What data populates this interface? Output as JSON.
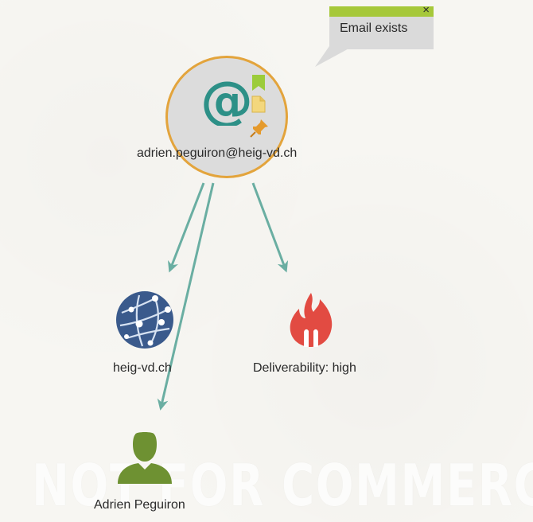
{
  "graph": {
    "root": {
      "label": "adrien.peguiron@heig-vd.ch",
      "icon": "email-at-icon",
      "badges": [
        "bookmark-icon",
        "note-icon",
        "pin-icon"
      ],
      "border_color": "#e3a43c"
    },
    "children": [
      {
        "id": "domain",
        "label": "heig-vd.ch",
        "icon": "globe-network-icon"
      },
      {
        "id": "deliverability",
        "label": "Deliverability: high",
        "icon": "fire-icon"
      },
      {
        "id": "person",
        "label": "Adrien Peguiron",
        "icon": "person-icon"
      }
    ],
    "edge_color": "#6aaea2"
  },
  "callout": {
    "text": "Email exists",
    "close_label": "×",
    "bar_color": "#a6c83a"
  },
  "watermark": {
    "text": "NOT FOR COMMERCIAL USE"
  }
}
